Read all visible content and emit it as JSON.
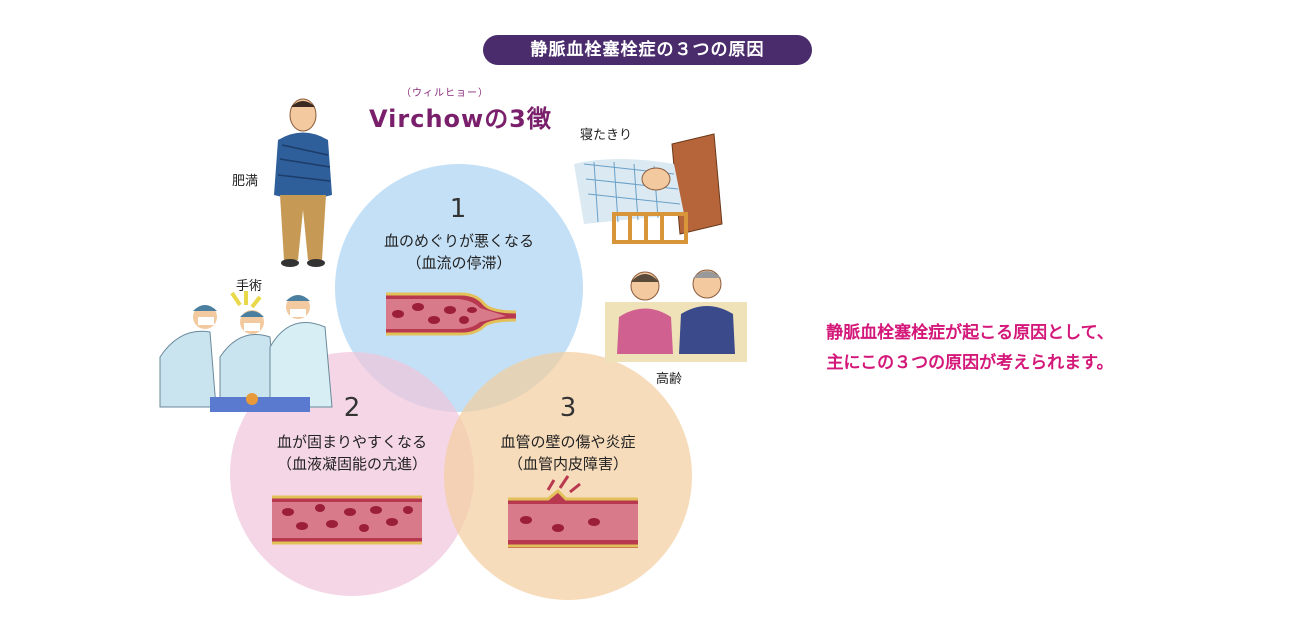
{
  "title": "静脈血栓塞栓症の３つの原因",
  "virchow": {
    "ruby": "（ウィルヒョー）",
    "main": "Virchowの3徴"
  },
  "factors": [
    {
      "number": "1",
      "line1": "血のめぐりが悪くなる",
      "line2": "（血流の停滞）",
      "color": "#badbf4"
    },
    {
      "number": "2",
      "line1": "血が固まりやすくなる",
      "line2": "（血液凝固能の亢進）",
      "color": "#f0c4dc"
    },
    {
      "number": "3",
      "line1": "血管の壁の傷や炎症",
      "line2": "（血管内皮障害）",
      "color": "#f4cd9e"
    }
  ],
  "illustrations": {
    "obesity": "肥満",
    "surgery": "手術",
    "bedridden": "寝たきり",
    "elderly": "高齢"
  },
  "summary": {
    "line1": "静脈血栓塞栓症が起こる原因として、",
    "line2": "主にこの３つの原因が考えられます。"
  },
  "colors": {
    "title_bg": "#4a2c6d",
    "virchow": "#7a1f6b",
    "summary": "#d4187a"
  }
}
